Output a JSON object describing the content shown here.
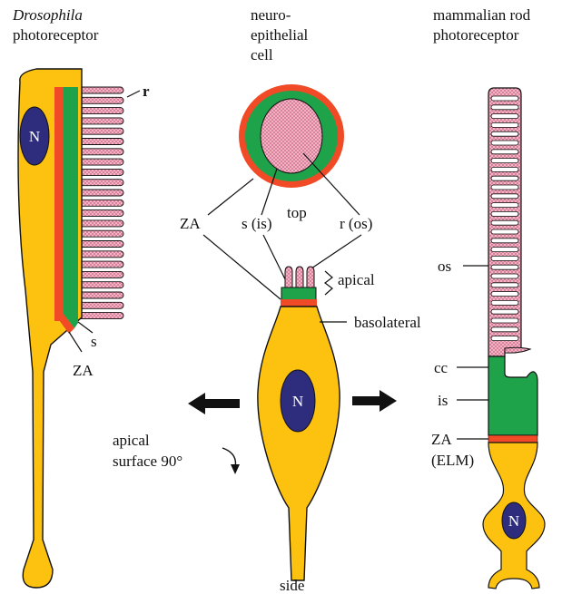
{
  "colors": {
    "cytoplasm": "#fcc20f",
    "stalk": "#1fa34a",
    "zonula_adherens": "#f04a27",
    "membrane": "#e9a3bb",
    "nucleus": "#2e2c7d",
    "outline": "#111111",
    "arrow": "#111111"
  },
  "icons": {
    "membrane_pattern": "pink-hatch-pattern",
    "left_arrow": "bold-left-arrow-icon",
    "right_arrow": "bold-right-arrow-icon",
    "rotate_arrow": "curved-down-arrow-icon"
  },
  "titles": {
    "drosophila_italic": "Drosophila",
    "drosophila_rest": "photoreceptor",
    "neuro_line1": "neuro-",
    "neuro_line2": "epithelial",
    "neuro_line3": "cell",
    "mammal_line1": "mammalian rod",
    "mammal_line2": "photoreceptor"
  },
  "drosophila": {
    "nucleus": "N",
    "label_r": "r",
    "label_s": "s",
    "label_za": "ZA"
  },
  "top_view": {
    "label_za": "ZA",
    "label_s": "s (is)",
    "label_top": "top",
    "label_r": "r (os)"
  },
  "side_view": {
    "label_apical": "apical",
    "label_basolateral": "basolateral",
    "nucleus": "N",
    "label_side": "side"
  },
  "rotation": {
    "line1": "apical",
    "line2": "surface 90°"
  },
  "mammal": {
    "label_os": "os",
    "label_cc": "cc",
    "label_is": "is",
    "label_za": "ZA",
    "label_elm": "(ELM)",
    "nucleus": "N"
  }
}
